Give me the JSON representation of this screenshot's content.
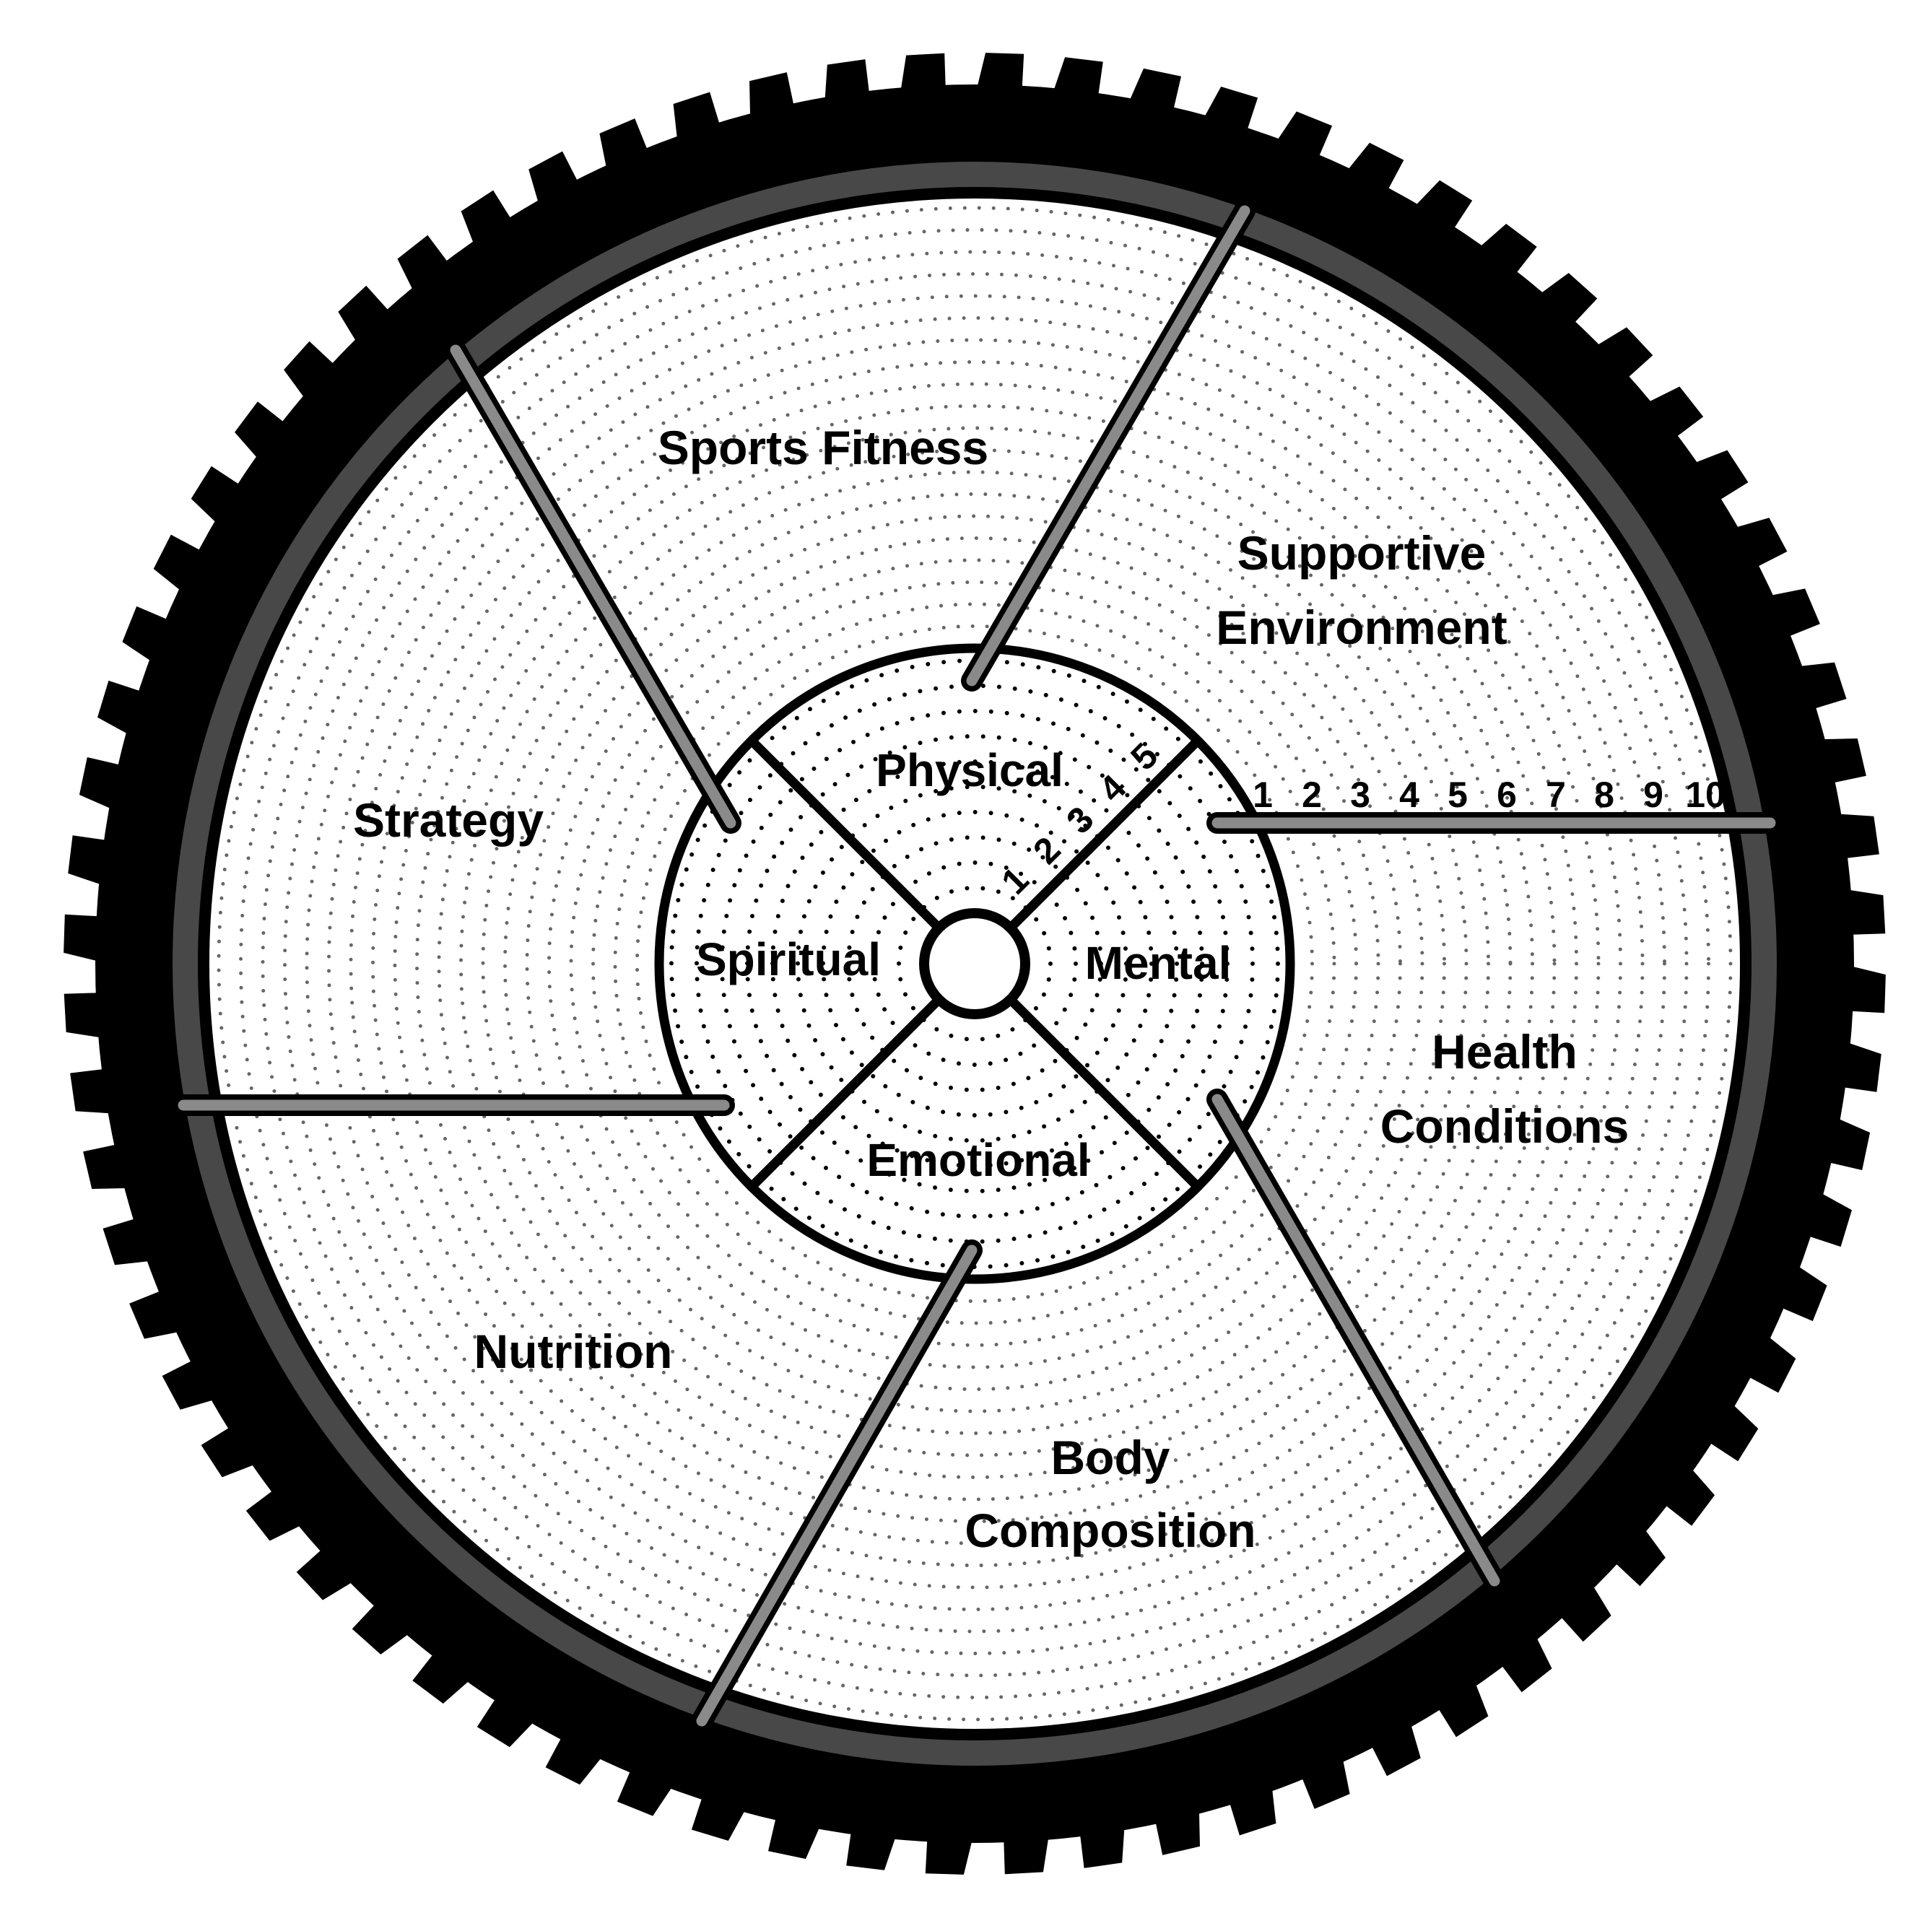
{
  "outer_sections": {
    "sports_fitness": "Sports Fitness",
    "supportive_environment": [
      "Supportive",
      "Environment"
    ],
    "strategy": "Strategy",
    "health_conditions": [
      "Health",
      "Conditions"
    ],
    "nutrition": "Nutrition",
    "body_composition": [
      "Body",
      "Composition"
    ]
  },
  "inner_sections": {
    "physical": "Physical",
    "spiritual": "Spiritual",
    "mental": "Mental",
    "emotional": "Emotional"
  },
  "outer_scale": [
    "1",
    "2",
    "3",
    "4",
    "5",
    "6",
    "7",
    "8",
    "9",
    "10"
  ],
  "inner_scale": [
    "1",
    "2",
    "3",
    "4",
    "5"
  ],
  "colors": {
    "tire": "#000000",
    "rim": "#484848",
    "spoke": "#8a8a8a",
    "dots": "#666666"
  }
}
